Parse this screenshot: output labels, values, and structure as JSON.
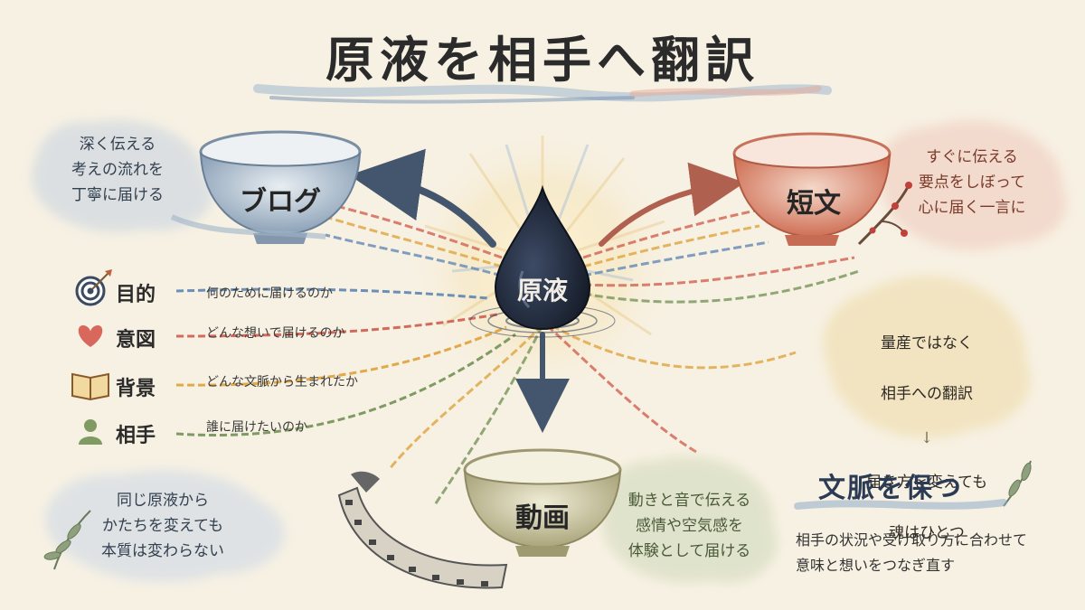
{
  "title": "原液を相手へ翻訳",
  "center": {
    "label": "原液"
  },
  "bowls": {
    "blog": {
      "label": "ブログ",
      "desc": "深く伝える\n考えの流れを\n丁寧に届ける"
    },
    "short": {
      "label": "短文",
      "desc": "すぐに伝える\n要点をしぼって\n心に届く一言に"
    },
    "video": {
      "label": "動画",
      "desc": "動きと音で伝える\n感情や空気感を\n体験として届ける"
    }
  },
  "legend": [
    {
      "label": "目的",
      "desc": "何のために届けるのか",
      "icon": "target-icon",
      "color": "#6c8fb8"
    },
    {
      "label": "意図",
      "desc": "どんな想いで届けるのか",
      "icon": "heart-icon",
      "color": "#d46a5a"
    },
    {
      "label": "背景",
      "desc": "どんな文脈から生まれたか",
      "icon": "book-icon",
      "color": "#e1a94a"
    },
    {
      "label": "相手",
      "desc": "誰に届けたいのか",
      "icon": "person-icon",
      "color": "#7f9a62"
    }
  ],
  "right_cloud": {
    "line1": "量産ではなく",
    "line2": "相手への翻訳",
    "line3": "届き方を変えても",
    "line4": "魂はひとつ"
  },
  "left_bottom_cloud": "同じ原液から\nかたちを変えても\n本質は変わらない",
  "context": {
    "title": "文脈を保つ",
    "desc": "相手の状況や受け取り方に合わせて\n意味と想いをつなぎ直す"
  },
  "colors": {
    "background": "#f7f1e3",
    "drop": "#1f2838",
    "blog_bowl": "#a9b9c9",
    "short_bowl": "#d9826c",
    "video_bowl": "#c9c49a"
  }
}
